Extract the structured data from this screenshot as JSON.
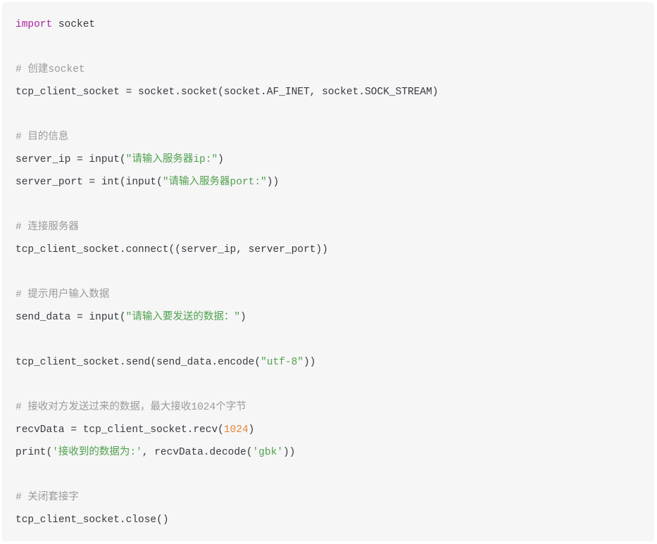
{
  "colors": {
    "background": "#f6f6f6",
    "text": "#383a42",
    "keyword": "#a626a4",
    "comment": "#9a9a9a",
    "string": "#50a14f",
    "number": "#e4843a"
  },
  "code": {
    "language": "python",
    "lines": [
      {
        "kind": "import",
        "keyword": "import",
        "rest": " socket"
      },
      {
        "kind": "blank"
      },
      {
        "kind": "comment",
        "text": "# 创建socket"
      },
      {
        "kind": "code",
        "text": "tcp_client_socket = socket.socket(socket.AF_INET, socket.SOCK_STREAM)"
      },
      {
        "kind": "blank"
      },
      {
        "kind": "comment",
        "text": "# 目的信息"
      },
      {
        "kind": "string_call",
        "pre": "server_ip = input(",
        "str": "\"请输入服务器ip:\"",
        "post": ")"
      },
      {
        "kind": "string_call",
        "pre": "server_port = int(input(",
        "str": "\"请输入服务器port:\"",
        "post": "))"
      },
      {
        "kind": "blank"
      },
      {
        "kind": "comment",
        "text": "# 连接服务器"
      },
      {
        "kind": "code",
        "text": "tcp_client_socket.connect((server_ip, server_port))"
      },
      {
        "kind": "blank"
      },
      {
        "kind": "comment",
        "text": "# 提示用户输入数据"
      },
      {
        "kind": "string_call",
        "pre": "send_data = input(",
        "str": "\"请输入要发送的数据：\"",
        "post": ")"
      },
      {
        "kind": "blank"
      },
      {
        "kind": "string_call",
        "pre": "tcp_client_socket.send(send_data.encode(",
        "str": "\"utf-8\"",
        "post": "))"
      },
      {
        "kind": "blank"
      },
      {
        "kind": "comment",
        "text": "# 接收对方发送过来的数据，最大接收1024个字节"
      },
      {
        "kind": "number_call",
        "pre": "recvData = tcp_client_socket.recv(",
        "num": "1024",
        "post": ")"
      },
      {
        "kind": "print",
        "p1": "print(",
        "s1": "'接收到的数据为:'",
        "p2": ", recvData.decode(",
        "s2": "'gbk'",
        "p3": "))"
      },
      {
        "kind": "blank"
      },
      {
        "kind": "comment",
        "text": "# 关闭套接字"
      },
      {
        "kind": "code",
        "text": "tcp_client_socket.close()"
      }
    ]
  }
}
